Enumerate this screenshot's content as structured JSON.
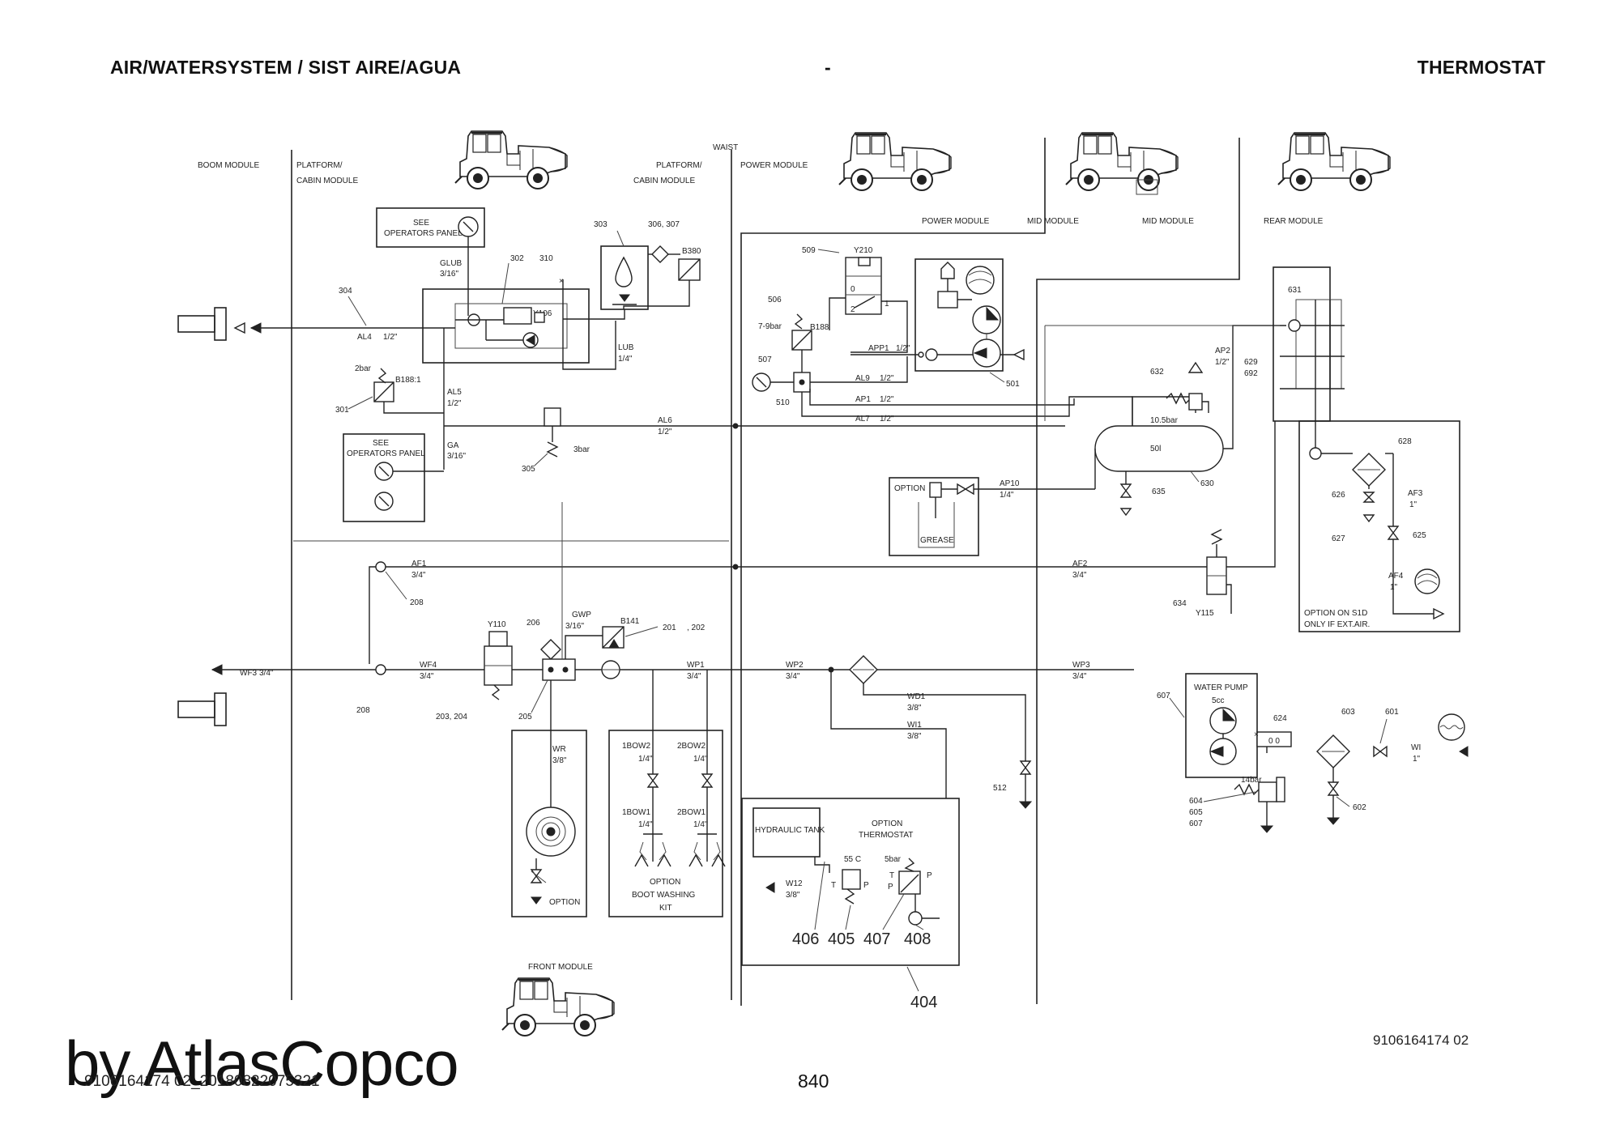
{
  "header": {
    "left": "AIR/WATERSYSTEM / SIST AIRE/AGUA",
    "middle": "-",
    "right": "THERMOSTAT"
  },
  "modules": {
    "boom": "BOOM MODULE",
    "platform_cabin_1a": "PLATFORM/",
    "platform_cabin_1b": "CABIN MODULE",
    "waist": "WAIST",
    "platform_cabin_2a": "PLATFORM/",
    "platform_cabin_2b": "CABIN MODULE",
    "power_top": "POWER MODULE",
    "power": "POWER MODULE",
    "mid_1": "MID MODULE",
    "mid_2": "MID MODULE",
    "rear": "REAR MODULE",
    "front": "FRONT MODULE"
  },
  "labels": {
    "see_op_panel_1a": "SEE",
    "see_op_panel_1b": "OPERATORS PANEL",
    "see_op_panel_2a": "SEE",
    "see_op_panel_2b": "OPERATORS PANEL",
    "glub": "GLUB",
    "glub_size": "3/16\"",
    "n302": "302",
    "n310": "310",
    "n303": "303",
    "n306_307": "306, 307",
    "b380": "B380",
    "y106": "Y106",
    "n304": "304",
    "al4": "AL4",
    "al4_size": "1/2\"",
    "lub": "LUB",
    "lub_size": "1/4\"",
    "bar2": "2bar",
    "b188_1": "B188:1",
    "n301": "301",
    "al5": "AL5",
    "al5_size": "1/2\"",
    "ga": "GA",
    "ga_size": "3/16\"",
    "n305": "305",
    "bar3": "3bar",
    "al6": "AL6",
    "al6_size": "1/2\"",
    "n509": "509",
    "y210": "Y210",
    "n506": "506",
    "bar7_9": "7-9bar",
    "b188": "B188",
    "app1": "APP1",
    "app1_size": "1/2\"",
    "n507": "507",
    "al9": "AL9",
    "al9_size": "1/2\"",
    "n510": "510",
    "ap1": "AP1",
    "ap1_size": "1/2\"",
    "al7": "AL7",
    "al7_size": "1/2\"",
    "n501": "501",
    "v0": "0",
    "v1": "1",
    "v2": "2",
    "ap2": "AP2",
    "ap2_size": "1/2\"",
    "n632": "632",
    "bar10_5": "10.5bar",
    "tank_501": "50l",
    "n630": "630",
    "n631": "631",
    "n629_692a": "629",
    "n629_692b": "692",
    "option": "OPTION",
    "grease": "GREASE",
    "ap10": "AP10",
    "ap10_size": "1/4\"",
    "n635": "635",
    "n628": "628",
    "n626": "626",
    "af3": "AF3",
    "af3_size": "1\"",
    "n627": "627",
    "n625": "625",
    "af4": "AF4",
    "af4_size": "1\"",
    "option_s1d_a": "OPTION ON S1D",
    "option_s1d_b": "ONLY IF EXT.AIR.",
    "af1": "AF1",
    "af1_size": "3/4\"",
    "af2": "AF2",
    "af2_size": "3/4\"",
    "n634": "634",
    "y115": "Y115",
    "n208a": "208",
    "n208b": "208",
    "y110": "Y110",
    "n206": "206",
    "gwp": "GWP",
    "gwp_size": "3/16\"",
    "b141": "B141",
    "n201": "201",
    "n202": ", 202",
    "wf3": "WF3",
    "wf3_size": "3/4\"",
    "wf4": "WF4",
    "wf4_size": "3/4\"",
    "n203_204": "203, 204",
    "n205": "205",
    "wp1": "WP1",
    "wp1_size": "3/4\"",
    "wp2": "WP2",
    "wp2_size": "3/4\"",
    "wp3": "WP3",
    "wp3_size": "3/4\"",
    "wd1": "WD1",
    "wd1_size": "3/8\"",
    "wi1": "WI1",
    "wi1_size": "3/8\"",
    "n512": "512",
    "n607": "607",
    "water_pump": "WATER PUMP",
    "cc5": "5cc",
    "n624": "624",
    "n603": "603",
    "n601": "601",
    "w1": "WI",
    "w1_size": "1\"",
    "bar14": "14bar",
    "n604": "604",
    "n605": "605",
    "n607b": "607",
    "n602": "602",
    "wr": "WR",
    "wr_size": "3/8\"",
    "option_wr": "OPTION",
    "bow2_1": "1BOW2",
    "bow2_1s": "1/4\"",
    "bow2_2": "2BOW2",
    "bow2_2s": "1/4\"",
    "bow1_1": "1BOW1",
    "bow1_1s": "1/4\"",
    "bow1_2": "2BOW1",
    "bow1_2s": "1/4\"",
    "opt_boot_a": "OPTION",
    "opt_boot_b": "BOOT WASHING",
    "opt_boot_c": "KIT",
    "hyd_tank": "HYDRAULIC TANK",
    "opt_thermo_a": "OPTION",
    "opt_thermo_b": "THERMOSTAT",
    "c55": "55 C",
    "bar5": "5bar",
    "w12": "W12",
    "w12_size": "3/8\"",
    "t_label": "T",
    "p_label": "P",
    "t_label2": "T",
    "p_label2": "P",
    "p_label3": "P",
    "n406": "406",
    "n405": "405",
    "n407": "407",
    "n408": "408",
    "n404": "404"
  },
  "footer": {
    "doc_code": "9106164174 02",
    "page": "840",
    "file_ref": "9106164174 02_20180822075321",
    "watermark": "by AtlasCopco"
  }
}
